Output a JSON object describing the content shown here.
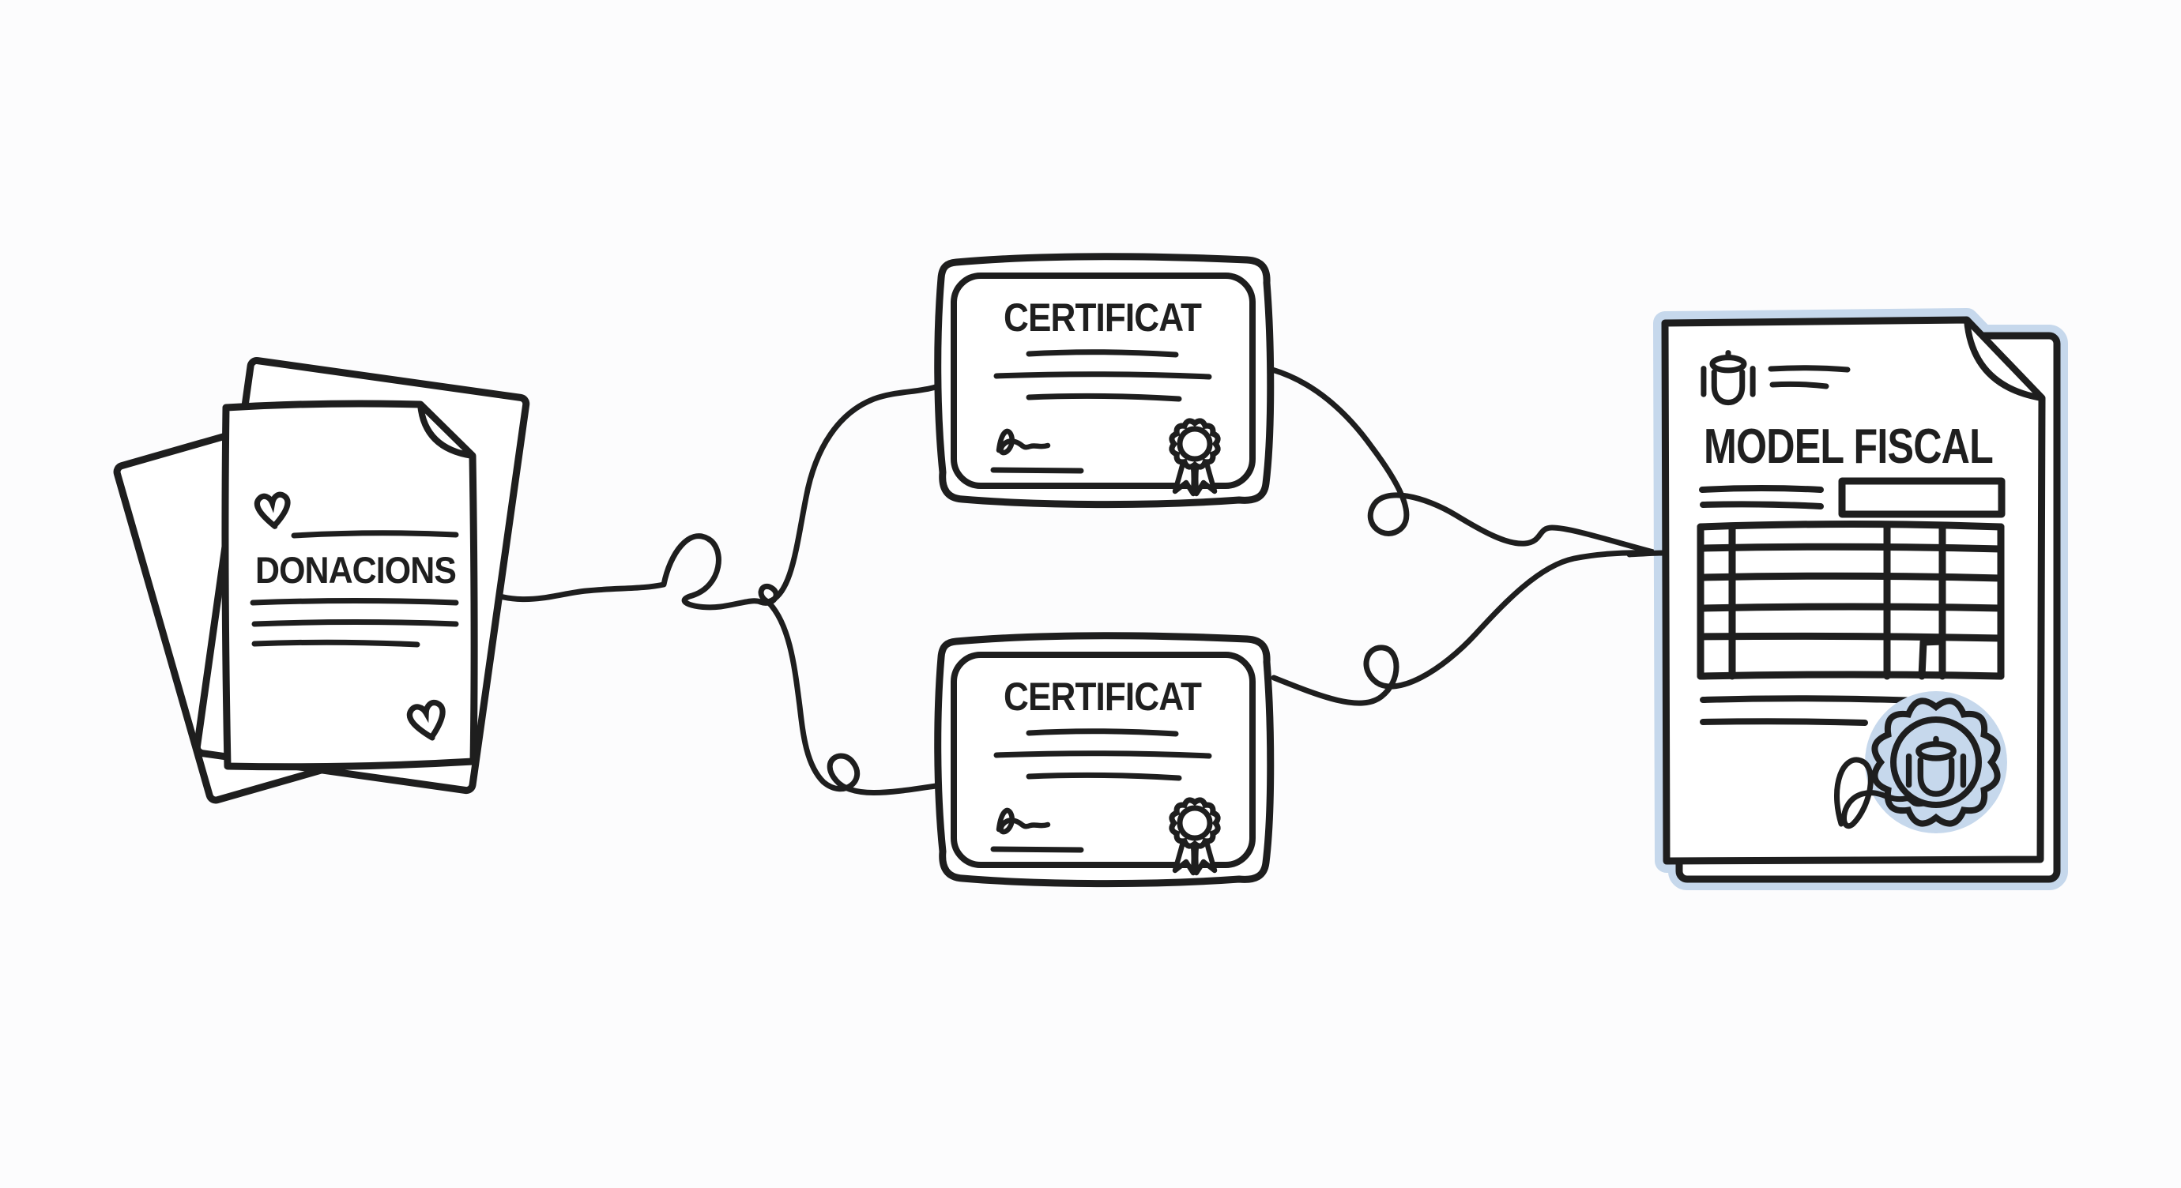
{
  "page": {
    "background": "#fcfcfd",
    "ink_color": "#1e1e1e",
    "accent_blue": "#c6d8ec",
    "style": "hand-drawn single-line illustration"
  },
  "donations": {
    "label": "DONACIONS",
    "icons": [
      "heart-icon",
      "heart-icon"
    ],
    "sheet_count": 3
  },
  "certificates": [
    {
      "label": "CERTIFICAT",
      "icons": [
        "rosette-award-icon",
        "signature-scribble"
      ]
    },
    {
      "label": "CERTIFICAT",
      "icons": [
        "rosette-award-icon",
        "signature-scribble"
      ]
    }
  ],
  "fiscal_form": {
    "label": "MODEL FISCAL",
    "icons": [
      "government-crest-icon",
      "official-seal-stamp",
      "signature-scribble",
      "folded-corner"
    ],
    "highlight_color": "#c6d8ec"
  },
  "connectors": {
    "count": 2,
    "style": "looping thread lines"
  }
}
